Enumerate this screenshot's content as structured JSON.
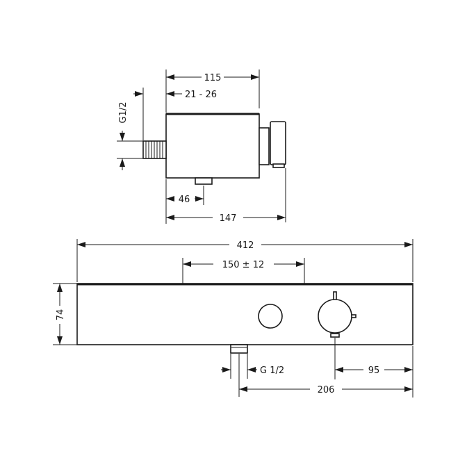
{
  "side_view": {
    "dim_width": "115",
    "dim_wall": "21 - 26",
    "dim_thread": "G1/2",
    "dim_outlet": "46",
    "dim_depth": "147"
  },
  "front_view": {
    "dim_length": "412",
    "dim_centers": "150 ± 12",
    "dim_height": "74",
    "dim_outlet_thread": "G 1/2",
    "dim_control": "95",
    "dim_outlet_pos": "206"
  }
}
